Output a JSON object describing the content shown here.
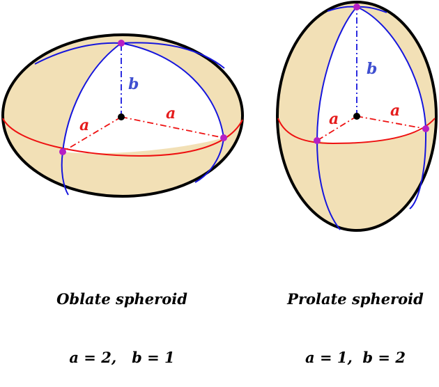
{
  "colors": {
    "fill": "#f2e0b6",
    "outline": "#000000",
    "equator": "#ee1111",
    "meridian": "#1515dd",
    "point": "#b61fc4",
    "center": "#000000",
    "label_a": "#e51d1d",
    "label_b": "#3f4fd0"
  },
  "oblate": {
    "label_a_1": "a",
    "label_a_2": "a",
    "label_b": "b",
    "caption_name": "Oblate spheroid",
    "caption_params": "a = 2,   b = 1"
  },
  "prolate": {
    "label_a_1": "a",
    "label_a_2": "a",
    "label_b": "b",
    "caption_name": "Prolate spheroid",
    "caption_params": "a = 1,  b = 2"
  }
}
